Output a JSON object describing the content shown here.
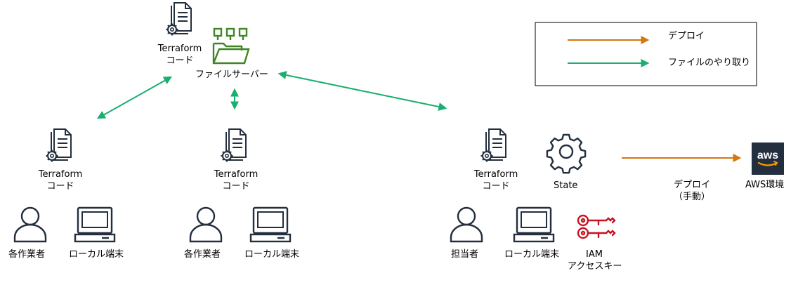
{
  "legend": {
    "deploy_label": "デプロイ",
    "file_exchange_label": "ファイルのやり取り",
    "deploy_color": "#D4770F",
    "file_exchange_color": "#1AAE6F"
  },
  "server": {
    "code_line1": "Terraform",
    "code_line2": "コード",
    "name": "ファイルサーバー",
    "folder_color": "#3F8624"
  },
  "left_group": {
    "code_line1": "Terraform",
    "code_line2": "コード",
    "user_label": "各作業者",
    "pc_label": "ローカル端末"
  },
  "mid_group": {
    "code_line1": "Terraform",
    "code_line2": "コード",
    "user_label": "各作業者",
    "pc_label": "ローカル端末"
  },
  "right_group": {
    "code_line1": "Terraform",
    "code_line2": "コード",
    "state_label": "State",
    "user_label": "担当者",
    "pc_label": "ローカル端末",
    "key_line1": "IAM",
    "key_line2": "アクセスキー",
    "key_color": "#C7131F"
  },
  "deploy": {
    "line1": "デプロイ",
    "line2": "（手動）"
  },
  "aws": {
    "logo_text": "aws",
    "label": "AWS環境",
    "bg_color": "#232F3E"
  }
}
